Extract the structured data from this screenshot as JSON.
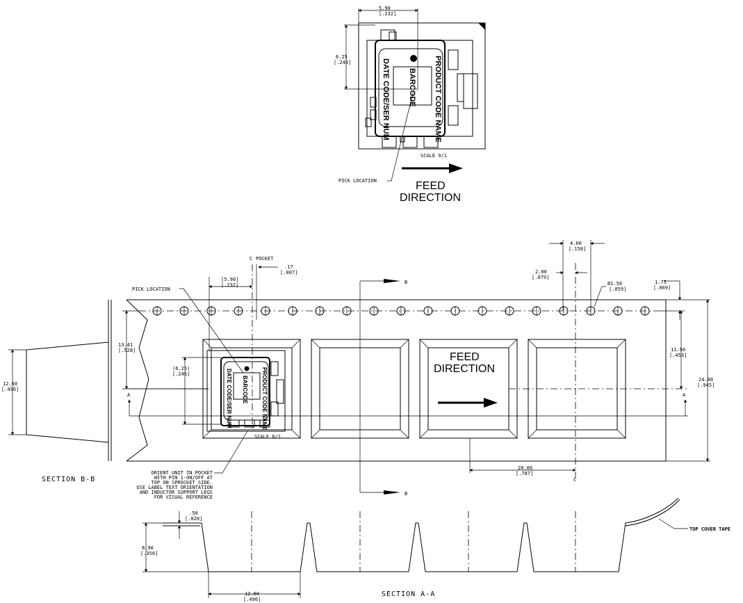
{
  "top_view": {
    "dim_width": "5.90",
    "dim_width_in": "[.232]",
    "dim_height": "6.25",
    "dim_height_in": "[.246]",
    "product_code": "PRODUCT CODE NAME",
    "barcode": "BARCODE",
    "date_code": "DATE CODE/SER NUM",
    "scale": "SCALE  9/1",
    "pick_location": "PICK LOCATION",
    "feed_line1": "FEED",
    "feed_line2": "DIRECTION"
  },
  "tape_view": {
    "cl_pocket": "POCKET",
    "cl_symbol": "C",
    "dim_017": ".17",
    "dim_017_in": "[.007]",
    "dim_590": "[5.90]",
    "dim_590_in": "[.232]",
    "pick_location": "PICK LOCATION",
    "dim_1341": "13.41",
    "dim_1341_in": "[.528]",
    "dim_625": "(6.25)",
    "dim_625_in": "[.246]",
    "dim_400": "4.00",
    "dim_400_in": "[.158]",
    "dim_200": "2.00",
    "dim_200_in": "[.079]",
    "dim_150": "Ø1.50",
    "dim_150_in": "[.059]",
    "dim_175": "1.75",
    "dim_175_in": "[.069]",
    "dim_1150": "11.50",
    "dim_1150_in": "[.453]",
    "dim_2400": "24.00",
    "dim_2400_in": "[.945]",
    "dim_2000": "20.00",
    "dim_2000_in": "[.787]",
    "section_marker_b": "B",
    "section_marker_a": "A",
    "feed_line1": "FEED",
    "feed_line2": "DIRECTION",
    "scale": "SCALE  6/1",
    "product_code": "PRODUCT CODE NAME",
    "barcode": "BARCODE",
    "date_code": "DATE CODE/SER NUM",
    "orient_note": [
      "ORIENT UNIT IN POCKET",
      "WITH PIN 1-ON/OFF AT",
      "TOP ON SPROCKET SIDE.",
      "USE LABEL TEXT ORIENTATION",
      "AND INDUCTOR SUPPORT LEGS",
      "FOR VISUAL REFERENCE"
    ]
  },
  "section_bb": {
    "label": "SECTION  B-B",
    "dim_1260": "12.60",
    "dim_1260_in": "[.496]"
  },
  "section_aa": {
    "label": "SECTION  A-A",
    "dim_050": ".50",
    "dim_050_in": "[.020]",
    "dim_890": "8.90",
    "dim_890_in": "[.350]",
    "dim_1260": "12.60",
    "dim_1260_in": "[.496]",
    "top_cover_tape": "TOP COVER TAPE"
  }
}
